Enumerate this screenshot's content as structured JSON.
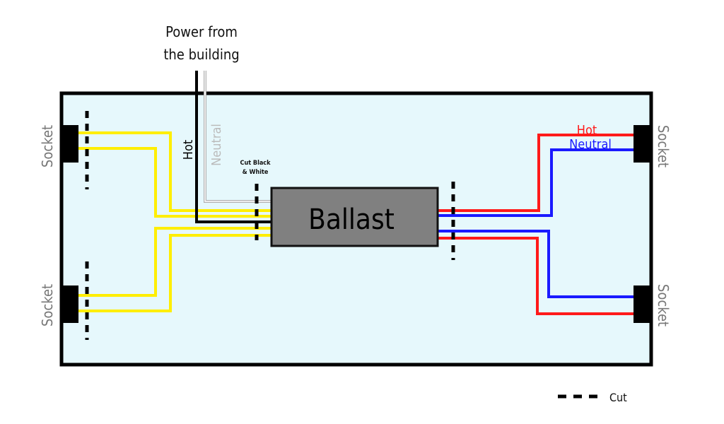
{
  "title_lines": [
    "Power from",
    "the building"
  ],
  "ballast_label": "Ballast",
  "socket_label": "Socket",
  "left_wires": {
    "hot": "Hot",
    "neutral": "Neutral"
  },
  "cut_note": [
    "Cut Black",
    "& White"
  ],
  "right_wires": {
    "hot": "Hot",
    "neutral": "Neutral"
  },
  "legend": {
    "symbol": "dashed-line",
    "label": "Cut"
  },
  "colors": {
    "fixture_fill": "#e6f8fc",
    "ballast_fill": "#808080",
    "yellow_wire": "#ffee00",
    "hot_left": "#000000",
    "neutral_left": "#b0b0b0",
    "hot_right": "#ff1a1a",
    "neutral_right": "#1a1aff",
    "socket_text": "#777777"
  }
}
